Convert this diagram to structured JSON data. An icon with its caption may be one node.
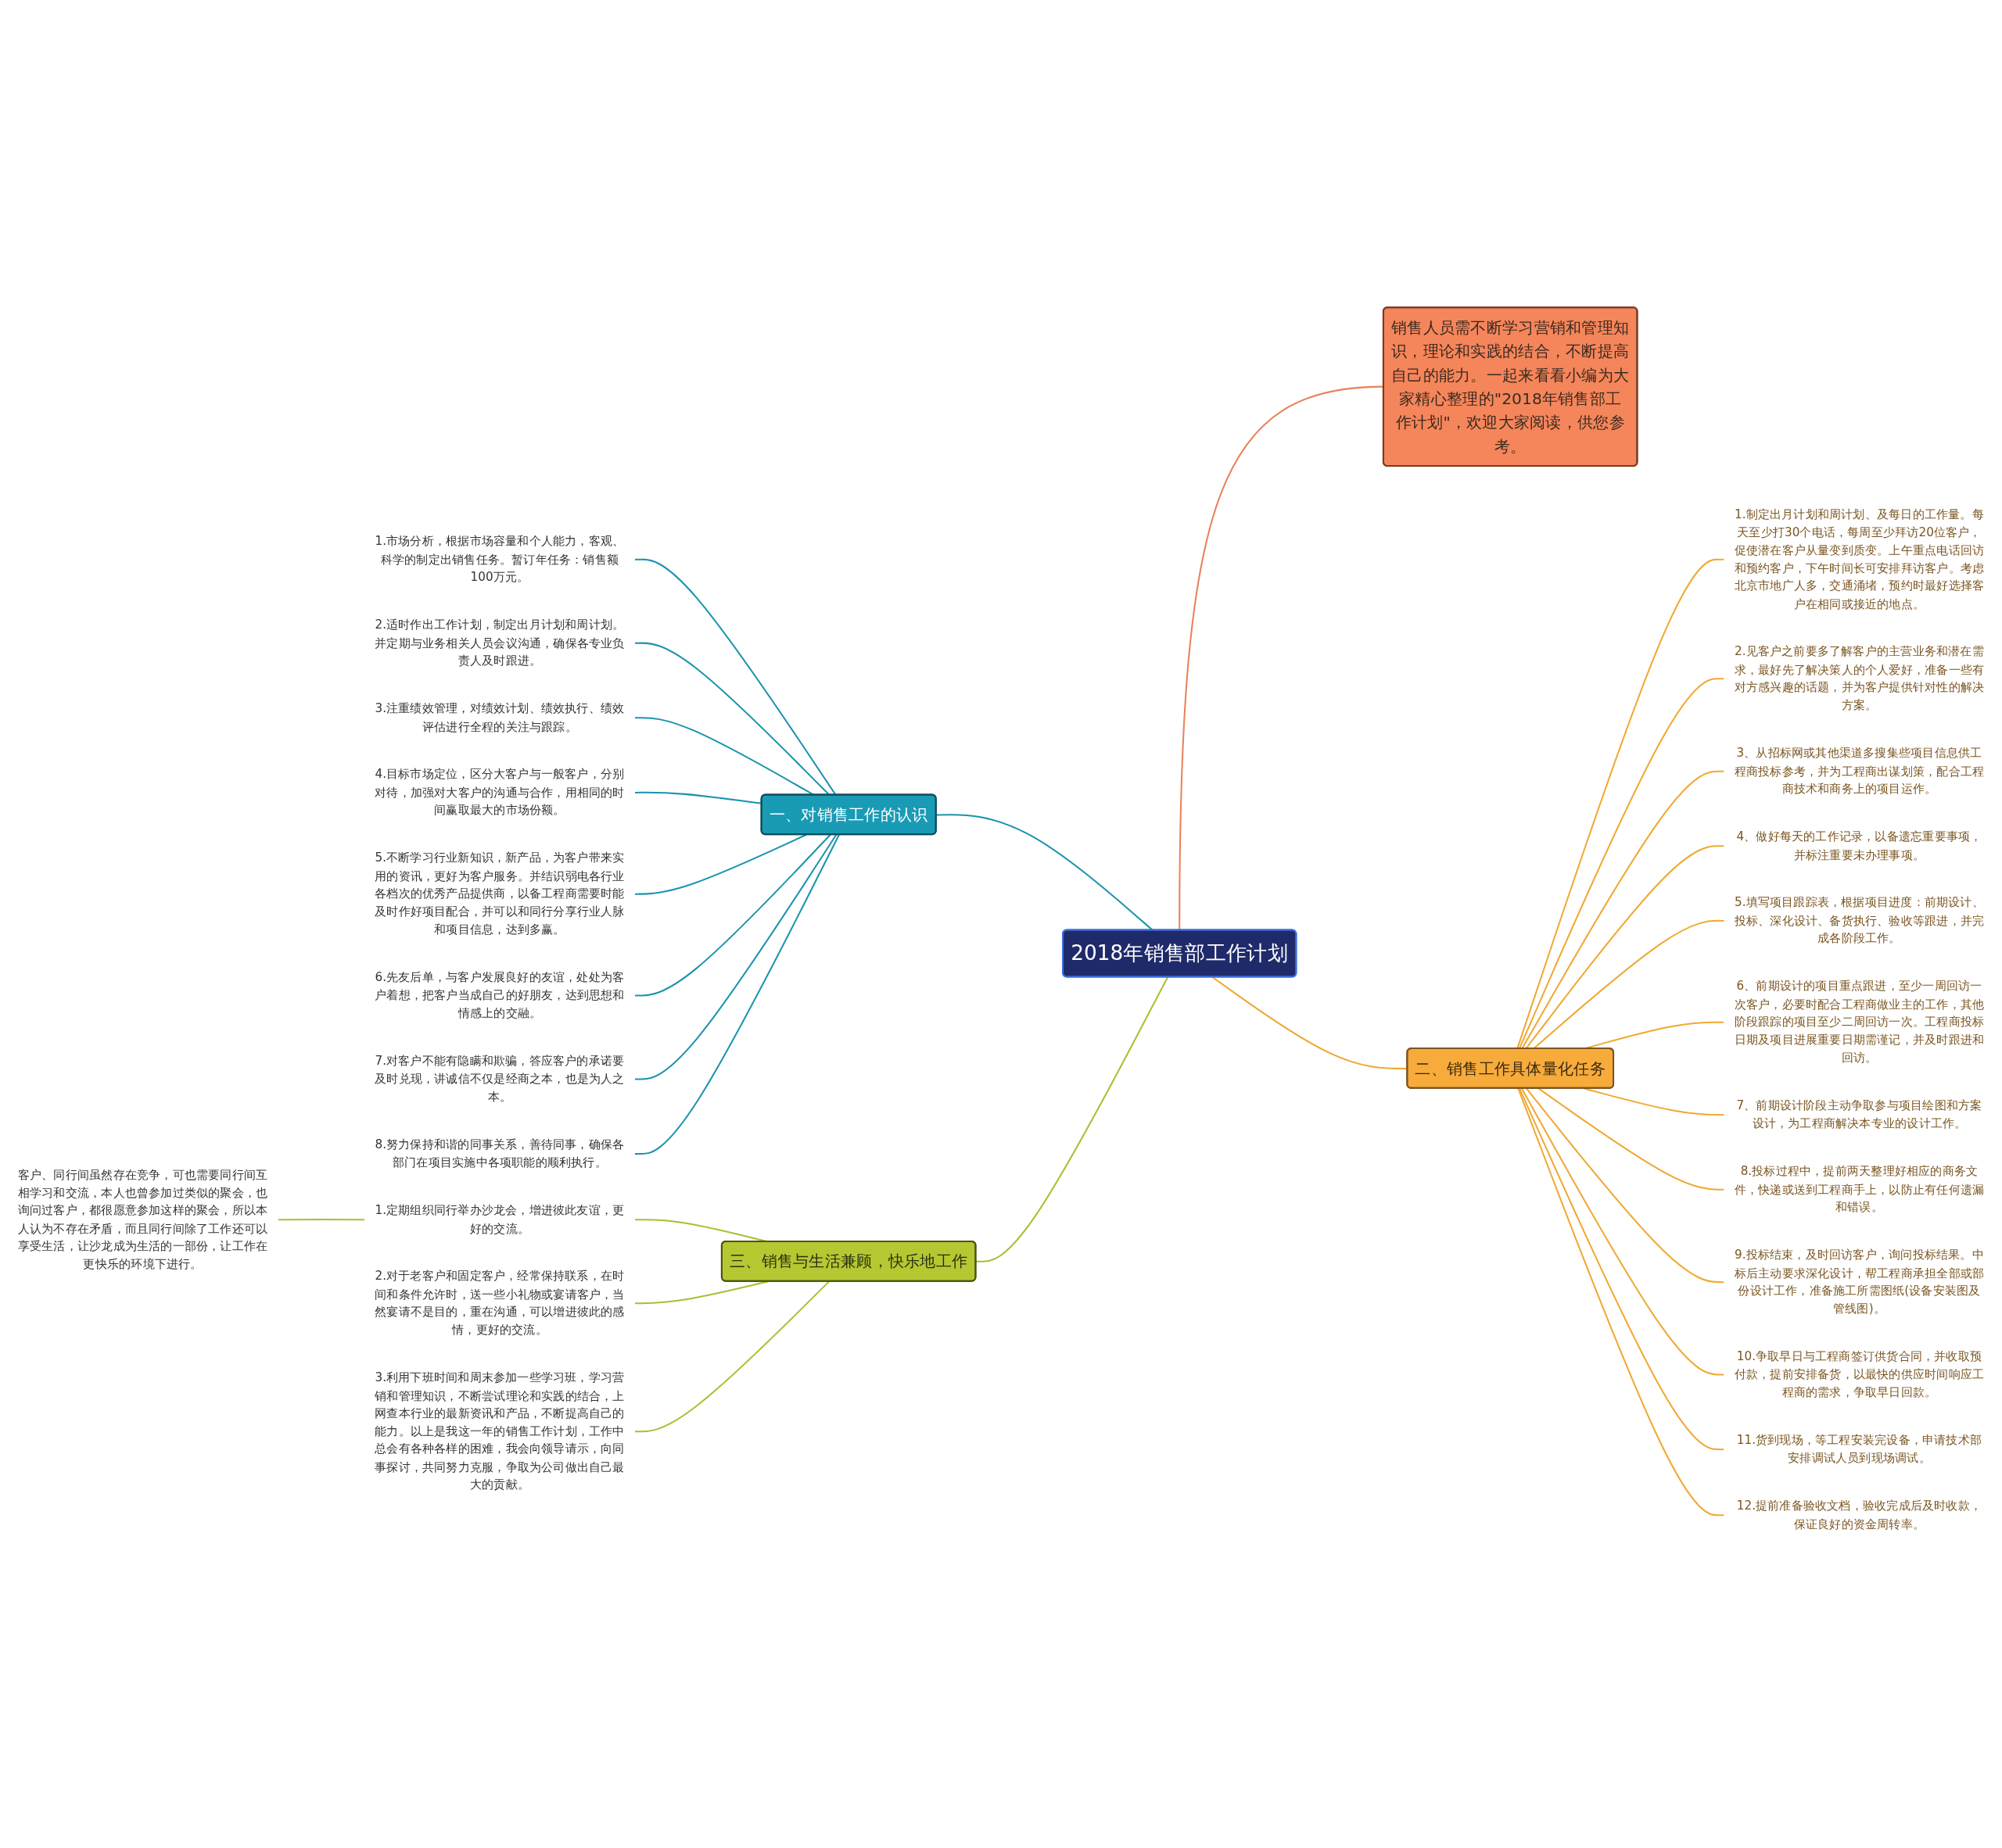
{
  "diagram": {
    "nodes": [
      {
        "text": [
          "2018年销售部工作计划"
        ]
      },
      {
        "text": [
          "销售人员需不断学习营销和管理知识，理论和实践的结合，不断提高自己的能力。一起来看看小编为大家精心整理的\"2018年销售部工作计划\"，欢迎大家阅读，供您参考。"
        ]
      },
      {
        "text": [
          "一、对销售工作的认识"
        ]
      },
      {
        "text": [
          "1.市场分析，根据市场容量和个人能力，客观、科学的制定出销售任务。暂订年任务：销售额100万元。"
        ]
      },
      {
        "text": [
          "2.适时作出工作计划，制定出月计划和周计划。并定期与业务相关人员会议沟通，确保各专业负责人及时跟进。"
        ]
      },
      {
        "text": [
          "3.注重绩效管理，对绩效计划、绩效执行、绩效评估进行全程的关注与跟踪。"
        ]
      },
      {
        "text": [
          "4.目标市场定位，区分大客户与一般客户，分别对待，加强对大客户的沟通与合作，用相同的时间赢取最大的市场份额。"
        ]
      },
      {
        "text": [
          "5.不断学习行业新知识，新产品，为客户带来实用的资讯，更好为客户服务。并结识弱电各行业各档次的优秀产品提供商，以备工程商需要时能及时作好项目配合，并可以和同行分享行业人脉和项目信息，达到多赢。"
        ]
      },
      {
        "text": [
          "6.先友后单，与客户发展良好的友谊，处处为客户着想，把客户当成自己的好朋友，达到思想和情感上的交融。"
        ]
      },
      {
        "text": [
          "7.对客户不能有隐瞒和欺骗，答应客户的承诺要及时兑现，讲诚信不仅是经商之本，也是为人之本。"
        ]
      },
      {
        "text": [
          "8.努力保持和谐的同事关系，善待同事，确保各部门在项目实施中各项职能的顺利执行。"
        ]
      },
      {
        "text": [
          "二、销售工作具体量化任务"
        ]
      },
      {
        "text": [
          "1.制定出月计划和周计划、及每日的工作量。每天至少打30个电话，每周至少拜访20位客户，促使潜在客户从量变到质变。上午重点电话回访和预约客户，下午时间长可安排拜访客户。考虑北京市地广人多，交通涌堵，预约时最好选择客户在相同或接近的地点。"
        ]
      },
      {
        "text": [
          "2.见客户之前要多了解客户的主营业务和潜在需求，最好先了解决策人的个人爱好，准备一些有对方感兴趣的话题，并为客户提供针对性的解决方案。"
        ]
      },
      {
        "text": [
          "3、从招标网或其他渠道多搜集些项目信息供工程商投标参考，并为工程商出谋划策，配合工程商技术和商务上的项目运作。"
        ]
      },
      {
        "text": [
          "4、做好每天的工作记录，以备遗忘重要事项，并标注重要未办理事项。"
        ]
      },
      {
        "text": [
          "5.填写项目跟踪表，根据项目进度：前期设计、投标、深化设计、备货执行、验收等跟进，并完成各阶段工作。"
        ]
      },
      {
        "text": [
          "6、前期设计的项目重点跟进，至少一周回访一次客户，必要时配合工程商做业主的工作，其他阶段跟踪的项目至少二周回访一次。工程商投标日期及项目进展重要日期需谨记，并及时跟进和回访。"
        ]
      },
      {
        "text": [
          "7、前期设计阶段主动争取参与项目绘图和方案设计，为工程商解决本专业的设计工作。"
        ]
      },
      {
        "text": [
          "8.投标过程中，提前两天整理好相应的商务文件，快递或送到工程商手上，以防止有任何遗漏和错误。"
        ]
      },
      {
        "text": [
          "9.投标结束，及时回访客户，询问投标结果。中标后主动要求深化设计，帮工程商承担全部或部份设计工作，准备施工所需图纸(设备安装图及管线图)。"
        ]
      },
      {
        "text": [
          "10.争取早日与工程商签订供货合同，并收取预付款，提前安排备货，以最快的供应时间响应工程商的需求，争取早日回款。"
        ]
      },
      {
        "text": [
          "11.货到现场，等工程安装完设备，申请技术部安排调试人员到现场调试。"
        ]
      },
      {
        "text": [
          "12.提前准备验收文档，验收完成后及时收款，保证良好的资金周转率。"
        ]
      },
      {
        "text": [
          "三、销售与生活兼顾，快乐地工作"
        ]
      },
      {
        "text": [
          "1.定期组织同行举办沙龙会，增进彼此友谊，更好的交流。"
        ]
      },
      {
        "text": [
          "2.对于老客户和固定客户，经常保持联系，在时间和条件允许时，送一些小礼物或宴请客户，当然宴请不是目的，重在沟通，可以增进彼此的感情，更好的交流。"
        ]
      },
      {
        "text": [
          "3.利用下班时间和周末参加一些学习班，学习营销和管理知识，不断尝试理论和实践的结合，上网查本行业的最新资讯和产品，不断提高自己的能力。以上是我这一年的销售工作计划，工作中总会有各种各样的困难，我会向领导请示，向同事探讨，共同努力克服，争取为公司做出自己最大的贡献。"
        ]
      },
      {
        "text": [
          "客户、同行间虽然存在竞争，可也需要同行间互相学习和交流，本人也曾参加过类似的聚会，也询问过客户，都很愿意参加这样的聚会，所以本人认为不存在矛盾，而且同行间除了工作还可以享受生活，让沙龙成为生活的一部份，让工作在更快乐的环境下进行。"
        ]
      }
    ],
    "edges": [
      {
        "from": 0,
        "to": 1,
        "arrow": "none",
        "color": "#e8825a"
      },
      {
        "from": 0,
        "to": 2,
        "arrow": "none",
        "color": "#1a93ad"
      },
      {
        "from": 2,
        "to": 3,
        "arrow": "none",
        "color": "#1a93ad"
      },
      {
        "from": 2,
        "to": 4,
        "arrow": "none",
        "color": "#1a93ad"
      },
      {
        "from": 2,
        "to": 5,
        "arrow": "none",
        "color": "#1a93ad"
      },
      {
        "from": 2,
        "to": 6,
        "arrow": "none",
        "color": "#1a93ad"
      },
      {
        "from": 2,
        "to": 7,
        "arrow": "none",
        "color": "#1a93ad"
      },
      {
        "from": 2,
        "to": 8,
        "arrow": "none",
        "color": "#1a93ad"
      },
      {
        "from": 2,
        "to": 9,
        "arrow": "none",
        "color": "#1a93ad"
      },
      {
        "from": 2,
        "to": 10,
        "arrow": "none",
        "color": "#1a93ad"
      },
      {
        "from": 0,
        "to": 11,
        "arrow": "none"
      },
      {
        "from": 11,
        "to": 12,
        "arrow": "none"
      },
      {
        "from": 11,
        "to": 13,
        "arrow": "none"
      },
      {
        "from": 11,
        "to": 14,
        "arrow": "none"
      },
      {
        "from": 11,
        "to": 15,
        "arrow": "none"
      },
      {
        "from": 11,
        "to": 16,
        "arrow": "none"
      },
      {
        "from": 11,
        "to": 17,
        "arrow": "none"
      },
      {
        "from": 11,
        "to": 18,
        "arrow": "none"
      },
      {
        "from": 11,
        "to": 19,
        "arrow": "none"
      },
      {
        "from": 11,
        "to": 20,
        "arrow": "none"
      },
      {
        "from": 11,
        "to": 21,
        "arrow": "none"
      },
      {
        "from": 11,
        "to": 22,
        "arrow": "none"
      },
      {
        "from": 11,
        "to": 23,
        "arrow": "none"
      },
      {
        "from": 0,
        "to": 24,
        "arrow": "none",
        "color": "#a8c030"
      },
      {
        "from": 24,
        "to": 25,
        "arrow": "none",
        "color": "#a8c030"
      },
      {
        "from": 24,
        "to": 26,
        "arrow": "none",
        "color": "#a8c030"
      },
      {
        "from": 24,
        "to": 27,
        "arrow": "none",
        "color": "#a8c030"
      },
      {
        "from": 25,
        "to": 28,
        "arrow": "none",
        "color": "#a8c030"
      }
    ]
  }
}
